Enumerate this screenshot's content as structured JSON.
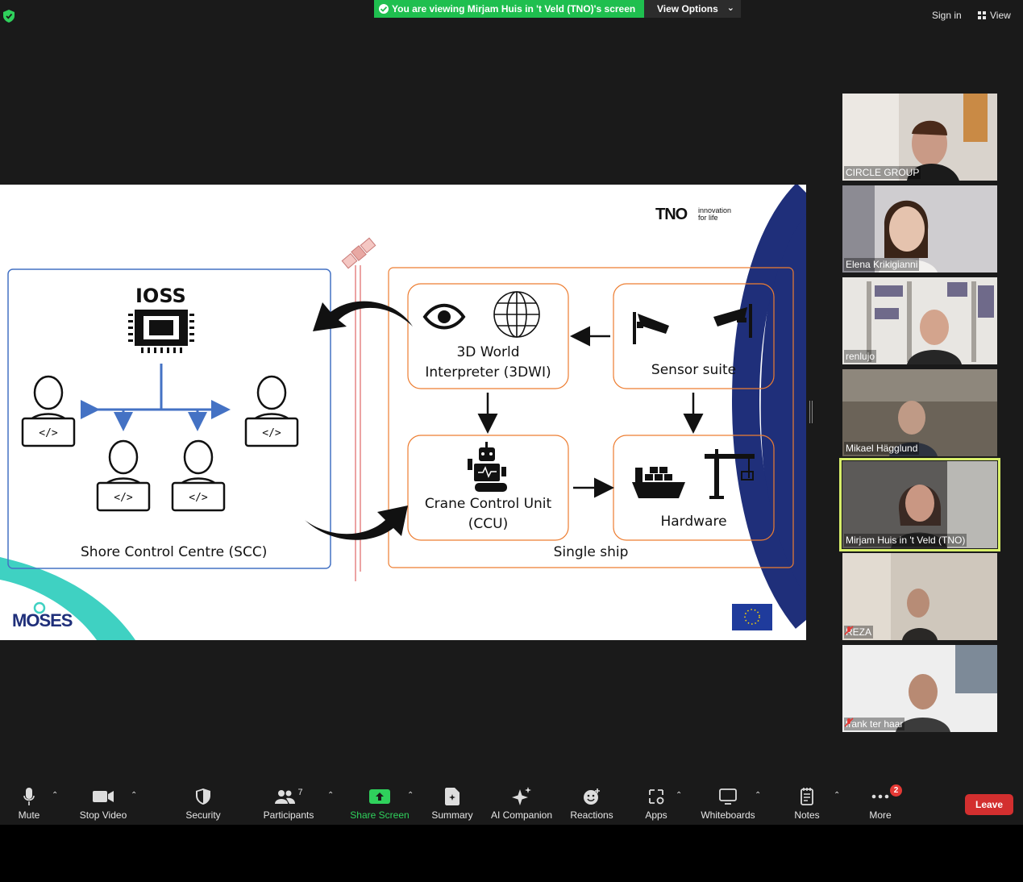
{
  "top": {
    "banner_text": "You are viewing Mirjam Huis in 't Veld (TNO)'s screen",
    "view_options": "View Options",
    "sign_in": "Sign in",
    "view": "View",
    "banner_color": "#1fbf4f"
  },
  "slide": {
    "brand_logo_text": "TNO",
    "brand_tagline_1": "innovation",
    "brand_tagline_2": "for life",
    "ioss_label": "IOSS",
    "scc_label": "Shore Control Centre (SCC)",
    "dwi_line1": "3D World",
    "dwi_line2": "Interpreter (3DWI)",
    "sensor_label": "Sensor suite",
    "ccu_line1": "Crane Control Unit",
    "ccu_line2": "(CCU)",
    "hardware_label": "Hardware",
    "ship_label": "Single ship",
    "project_logo": "MOSES",
    "accent_blue": "#4472c4",
    "accent_orange": "#ed7d31",
    "navy": "#1f2f7a",
    "teal": "#3fd1c2"
  },
  "participants": [
    {
      "name": "CIRCLE GROUP",
      "muted": false,
      "active": false
    },
    {
      "name": "Elena Krikigianni",
      "muted": false,
      "active": false
    },
    {
      "name": "renlujo",
      "muted": false,
      "active": false
    },
    {
      "name": "Mikael Hägglund",
      "muted": false,
      "active": false
    },
    {
      "name": "Mirjam Huis in 't Veld (TNO)",
      "muted": false,
      "active": true
    },
    {
      "name": "REZA",
      "muted": true,
      "active": false
    },
    {
      "name": "frank ter haar",
      "muted": true,
      "active": false
    }
  ],
  "toolbar": {
    "mute": "Mute",
    "stop_video": "Stop Video",
    "security": "Security",
    "participants": "Participants",
    "participants_count": "7",
    "share_screen": "Share Screen",
    "summary": "Summary",
    "ai_companion": "AI Companion",
    "reactions": "Reactions",
    "apps": "Apps",
    "whiteboards": "Whiteboards",
    "notes": "Notes",
    "more": "More",
    "more_badge": "2",
    "leave": "Leave"
  }
}
